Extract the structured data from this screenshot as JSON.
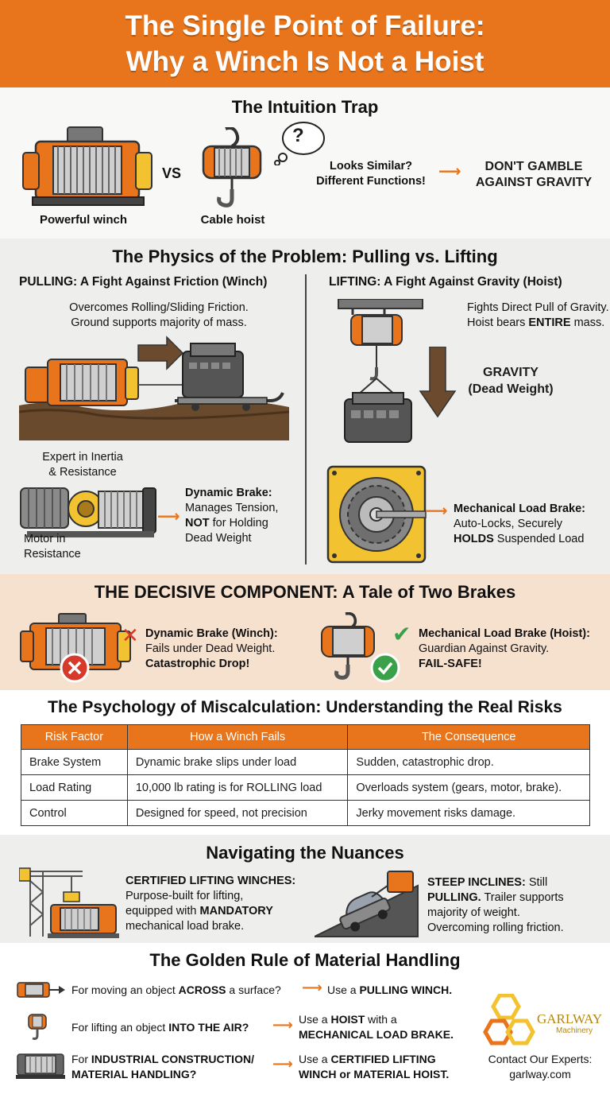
{
  "header": {
    "title_line1": "The Single Point of Failure:",
    "title_line2": "Why a Winch Is Not a Hoist"
  },
  "intuition": {
    "title": "The Intuition Trap",
    "winch_label": "Powerful winch",
    "vs": "VS",
    "hoist_label": "Cable hoist",
    "thought": "?",
    "similar_line1": "Looks Similar?",
    "similar_line2": "Different Functions!",
    "warning_line1": "DON'T GAMBLE",
    "warning_line2": "AGAINST GRAVITY"
  },
  "physics": {
    "title": "The Physics of the Problem: Pulling vs. Lifting",
    "pulling": {
      "heading": "PULLING: A Fight Against Friction (Winch)",
      "desc_line1": "Overcomes Rolling/Sliding Friction.",
      "desc_line2": "Ground supports majority of mass.",
      "expert_line1": "Expert in Inertia",
      "expert_line2": "& Resistance",
      "motor_line1": "Motor in",
      "motor_line2": "Resistance",
      "brake_title": "Dynamic Brake:",
      "brake_line1": "Manages Tension,",
      "brake_not": "NOT",
      "brake_line2": "for Holding",
      "brake_line3": "Dead Weight"
    },
    "lifting": {
      "heading": "LIFTING: A Fight Against Gravity (Hoist)",
      "desc_line1": "Fights Direct Pull of Gravity.",
      "desc_pre": "Hoist bears",
      "desc_bold": "ENTIRE",
      "desc_post": "mass.",
      "gravity_line1": "GRAVITY",
      "gravity_line2": "(Dead Weight)",
      "brake_title": "Mechanical Load Brake:",
      "brake_line1": "Auto-Locks, Securely",
      "brake_bold": "HOLDS",
      "brake_line2": "Suspended Load"
    }
  },
  "decisive": {
    "title": "THE DECISIVE COMPONENT: A Tale of Two Brakes",
    "winch_line1": "Dynamic Brake (Winch):",
    "winch_line2": "Fails under Dead Weight.",
    "winch_line3": "Catastrophic Drop!",
    "hoist_line1": "Mechanical Load Brake (Hoist):",
    "hoist_line2": "Guardian Against Gravity.",
    "hoist_line3": "FAIL-SAFE!"
  },
  "psychology": {
    "title": "The Psychology of Miscalculation: Understanding the Real Risks",
    "columns": [
      "Risk Factor",
      "How a Winch Fails",
      "The Consequence"
    ],
    "rows": [
      [
        "Brake System",
        "Dynamic brake slips under load",
        "Sudden, catastrophic drop."
      ],
      [
        "Load Rating",
        "10,000 lb rating is for ROLLING load",
        "Overloads system (gears, motor, brake)."
      ],
      [
        "Control",
        "Designed for speed, not precision",
        "Jerky movement risks damage."
      ]
    ]
  },
  "nuances": {
    "title": "Navigating the Nuances",
    "left_bold": "CERTIFIED LIFTING WINCHES:",
    "left_line1": "Purpose-built for lifting,",
    "left_line2_pre": "equipped with",
    "left_line2_bold": "MANDATORY",
    "left_line3": "mechanical load brake.",
    "right_bold": "STEEP INCLINES:",
    "right_line1_post": "Still",
    "right_line2_bold": "PULLING.",
    "right_line2_post": "Trailer supports",
    "right_line3": "majority of weight.",
    "right_line4": "Overcoming rolling friction."
  },
  "golden": {
    "title": "The Golden Rule of Material Handling",
    "r1_pre": "For moving an object",
    "r1_bold": "ACROSS",
    "r1_post": "a surface?",
    "r1_use": "Use a",
    "r1_use_bold": "PULLING WINCH.",
    "r2_pre": "For lifting an object",
    "r2_bold": "INTO THE AIR?",
    "r2_use_line1_pre": "Use a",
    "r2_use_line1_bold": "HOIST",
    "r2_use_line1_post": "with a",
    "r2_use_line2": "MECHANICAL LOAD BRAKE.",
    "r3_pre": "For",
    "r3_bold_line1": "INDUSTRIAL CONSTRUCTION/",
    "r3_bold_line2": "MATERIAL HANDLING?",
    "r3_use_line1_pre": "Use a",
    "r3_use_line1_bold": "CERTIFIED LIFTING",
    "r3_use_line2": "WINCH or MATERIAL HOIST.",
    "brand": "GARLWAY",
    "brand_sub": "Machinery",
    "contact_line1": "Contact Our Experts:",
    "contact_line2": "garlway.com"
  },
  "colors": {
    "orange": "#e8751c",
    "peach": "#f6e1cf",
    "red_x": "#d63a2b",
    "green_check": "#3aa04a",
    "brown_arrow": "#6b4a2e"
  }
}
